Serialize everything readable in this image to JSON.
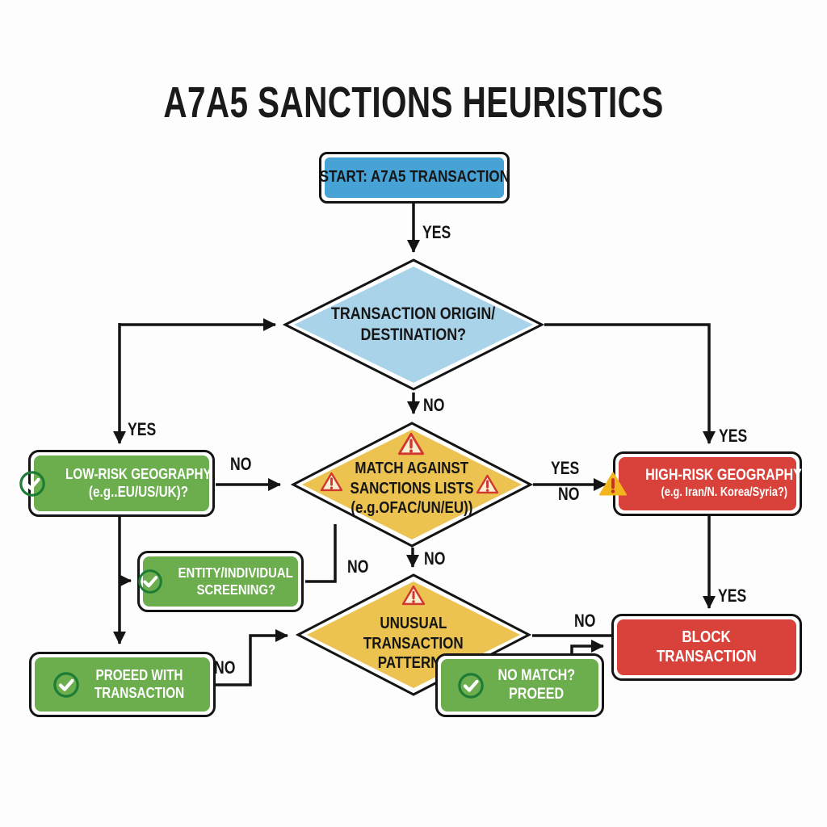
{
  "title": "A7A5 SANCTIONS HEURISTICS",
  "colors": {
    "start_blue": "#47a2d6",
    "decision_light_blue": "#a9d3e9",
    "warning_yellow": "#ecc351",
    "action_green": "#6cae4e",
    "danger_red": "#d8423a",
    "line_black": "#141414",
    "warning_icon_red": "#d2372f",
    "warning_icon_yellow": "#f2b51d"
  },
  "nodes": {
    "start": {
      "label": "START: A7A5 TRANSACTION"
    },
    "origin_decision": {
      "line1": "TRANSACTION ORIGIN/",
      "line2": "DESTINATION?"
    },
    "sanctions_match": {
      "line1": "MATCH AGAINST",
      "line2": "SANCTIONS LISTS",
      "line3": "(e.g.OFAC/UN/EU))"
    },
    "low_risk": {
      "line1": "LOW-RISK GEOGRAPHY",
      "line2": "(e.g..EU/US/UK)?"
    },
    "high_risk": {
      "line1": "HIGH-RISK GEOGRAPHY",
      "line2": "(e.g. Iran/N. Korea/Syria?)"
    },
    "entity_screening": {
      "line1": "ENTITY/INDIVIDUAL",
      "line2": "SCREENING?"
    },
    "proceed": {
      "line1": "PROEED WITH",
      "line2": "TRANSACTION"
    },
    "unusual_patterns": {
      "line1": "UNUSUAL",
      "line2": "TRANSACTION",
      "line3": "PATTERN?"
    },
    "no_match": {
      "line1": "NO MATCH?",
      "line2": "PROEED"
    },
    "block": {
      "line1": "BLOCK",
      "line2": "TRANSACTION"
    }
  },
  "edges": {
    "start_to_origin": "YES",
    "origin_to_low_risk": "YES",
    "origin_to_high_risk": "YES",
    "origin_to_sanctions": "NO",
    "low_risk_to_sanctions": "NO",
    "sanctions_to_high_risk_yes": "YES",
    "sanctions_to_high_risk_no": "NO",
    "sanctions_to_entity": "NO",
    "sanctions_to_unusual": "NO",
    "proceed_to_unusual": "NO",
    "unusual_to_block": "NO",
    "high_risk_to_block": "YES"
  }
}
